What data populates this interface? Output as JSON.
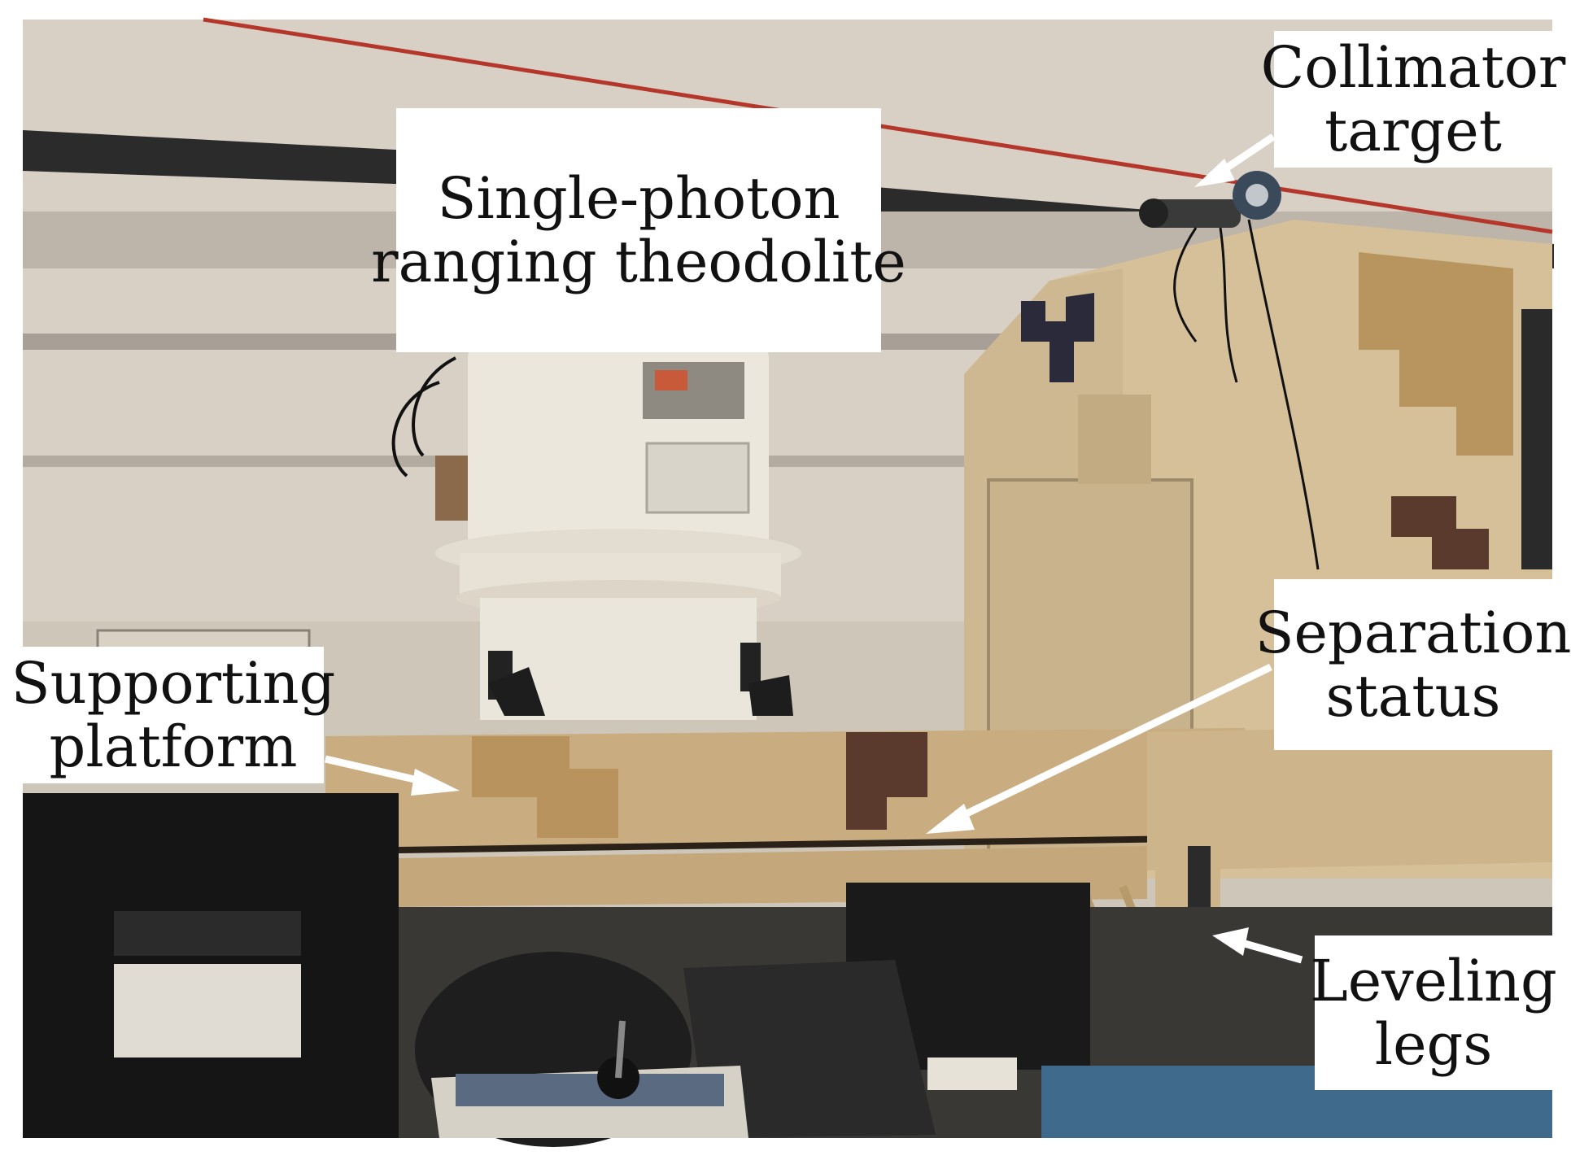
{
  "labels": {
    "collimator": {
      "line1": "Collimator",
      "line2": "target"
    },
    "theodolite": {
      "line1": "Single-photon",
      "line2": "ranging theodolite"
    },
    "supporting": {
      "line1": "Supporting",
      "line2": "platform"
    },
    "separation": {
      "line1": "Separation",
      "line2": "status"
    },
    "leveling": {
      "line1": "Leveling",
      "line2": "legs"
    }
  },
  "colors": {
    "background": "#ffffff",
    "wall": "#cfc6ba",
    "ceiling_beam": "#2b2b2b",
    "red_cable": "#b5362a",
    "camo_tan": "#c9ad80",
    "camo_brown": "#5a3a2c",
    "camo_dark": "#2a2a3a",
    "theodolite_white": "#ece7dc",
    "cabinet_black": "#151515",
    "arrow": "#ffffff"
  }
}
